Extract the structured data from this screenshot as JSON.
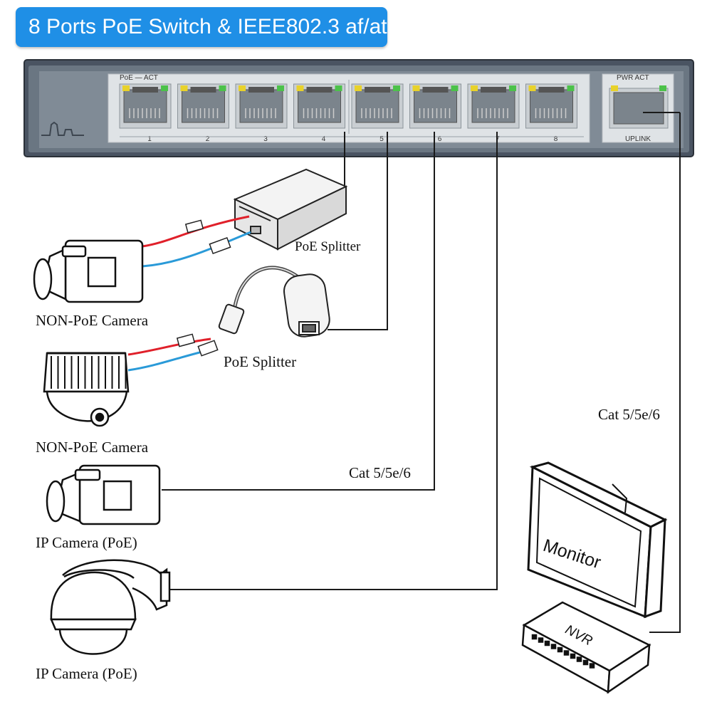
{
  "title": "8 Ports PoE Switch & IEEE802.3 af/at",
  "switch": {
    "group_label": "PoE — ACT",
    "port_numbers": [
      "1",
      "2",
      "3",
      "4",
      "5",
      "6",
      "7",
      "8"
    ],
    "uplink_leds": "PWR   ACT",
    "uplink_label": "UPLINK"
  },
  "devices": {
    "camera1": "NON-PoE Camera",
    "camera2": "NON-PoE Camera",
    "camera3": "IP Camera (PoE)",
    "camera4": "IP Camera (PoE)",
    "splitter1": "PoE Splitter",
    "splitter2": "PoE Splitter",
    "cable1": "Cat 5/5e/6",
    "cable2": "Cat 5/5e/6",
    "monitor": "Monitor",
    "nvr": "NVR"
  },
  "colors": {
    "banner": "#1f8fe6",
    "switch_body": "#4a5462",
    "port_panel": "#dfe3e6",
    "led_yellow": "#e8d22a",
    "led_green": "#4cc24a",
    "power_red": "#e0202a",
    "power_blue": "#2a9ad8"
  }
}
